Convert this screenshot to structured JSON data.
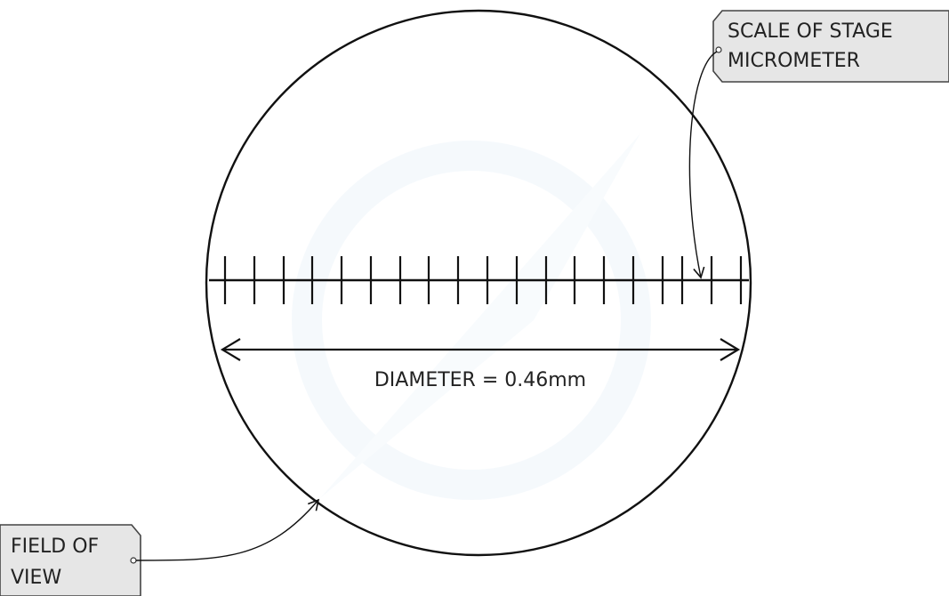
{
  "colors": {
    "ink": "#111111",
    "label_fill": "#e6e6e6",
    "label_stroke": "#444444",
    "watermark": "#eef5fb"
  },
  "labels": {
    "scale_line1": "SCALE OF STAGE",
    "scale_line2": "MICROMETER",
    "field_line1": "FIELD OF",
    "field_line2": "VIEW"
  },
  "diameter": {
    "label": "DIAMETER = 0.46mm"
  }
}
